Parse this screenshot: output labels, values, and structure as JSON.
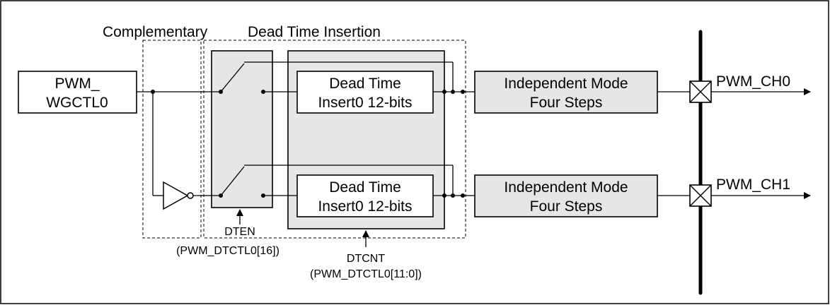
{
  "labels": {
    "complementary": "Complementary",
    "dead_time_insertion": "Dead Time Insertion",
    "wgctl_line1": "PWM_",
    "wgctl_line2": "WGCTL0",
    "dt0_line1": "Dead Time",
    "dt0_line2": "Insert0 12-bits",
    "dt1_line1": "Dead Time",
    "dt1_line2": "Insert0 12-bits",
    "ind0_line1": "Independent Mode",
    "ind0_line2": "Four Steps",
    "ind1_line1": "Independent Mode",
    "ind1_line2": "Four Steps",
    "out0": "PWM_CH0",
    "out1": "PWM_CH1",
    "dten": "DTEN",
    "dten_reg": "(PWM_DTCTL0[16])",
    "dtcnt": "DTCNT",
    "dtcnt_reg": "(PWM_DTCTL0[11:0])"
  },
  "colors": {
    "block_fill": "#e6e6e6",
    "line": "#000000",
    "background": "#ffffff"
  }
}
